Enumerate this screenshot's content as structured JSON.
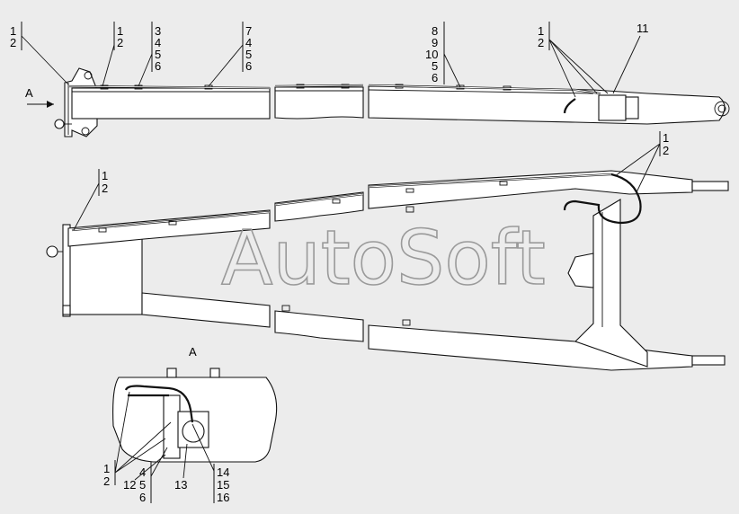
{
  "watermark": "AutoSoft",
  "view_labels": {
    "arrow_view": "A",
    "detail_view": "A"
  },
  "callouts": {
    "top_c1": [
      "1",
      "2"
    ],
    "top_c2": [
      "1",
      "2"
    ],
    "top_c3": [
      "3",
      "4",
      "5",
      "6"
    ],
    "top_c4": [
      "7",
      "4",
      "5",
      "6"
    ],
    "top_c5": [
      "8",
      "9",
      "10",
      "5",
      "6"
    ],
    "top_c6": [
      "1",
      "2"
    ],
    "top_c7": [
      "11"
    ],
    "mid_right": [
      "1",
      "2"
    ],
    "mid_left": [
      "1",
      "2"
    ],
    "det_a": [
      "1",
      "2"
    ],
    "det_b": [
      "4",
      "5",
      "6"
    ],
    "det_c": [
      "12"
    ],
    "det_d": [
      "13"
    ],
    "det_e": [
      "14",
      "15",
      "16"
    ]
  },
  "colors": {
    "background": "#ececec",
    "line": "#111111",
    "watermark": "#9a9a9a"
  }
}
